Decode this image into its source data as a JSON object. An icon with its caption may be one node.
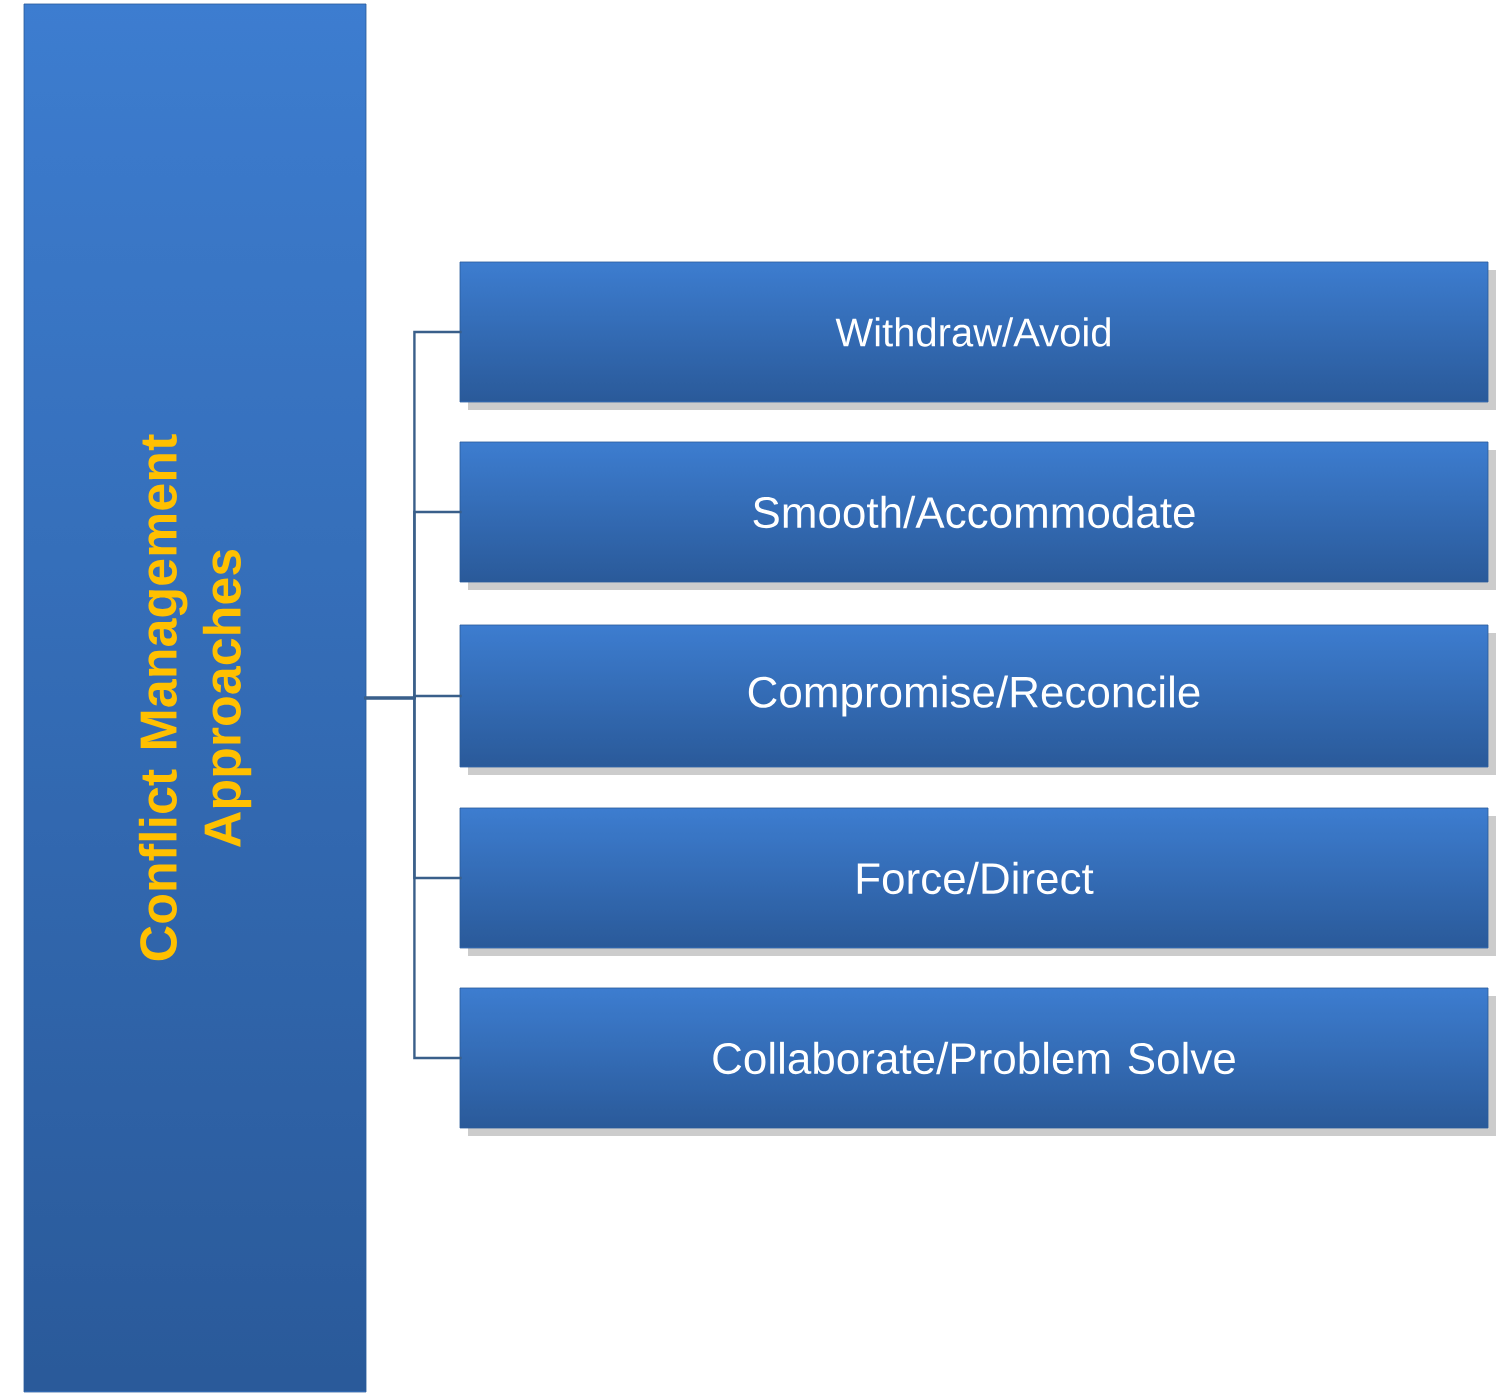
{
  "diagram": {
    "nodes": [
      {
        "text": [
          "Conflict Management Approaches"
        ]
      },
      {
        "text": [
          "Withdraw/Avoid"
        ]
      },
      {
        "text": [
          "Smooth/Accommodate"
        ]
      },
      {
        "text": [
          "Compromise/Reconcile"
        ]
      },
      {
        "text": [
          "Force/Direct"
        ]
      },
      {
        "text": [
          "Collaborate/Problem Solve"
        ]
      }
    ],
    "edges": [
      {
        "from": 0,
        "to": 1,
        "arrow": "none"
      },
      {
        "from": 0,
        "to": 2,
        "arrow": "none"
      },
      {
        "from": 0,
        "to": 3,
        "arrow": "none"
      },
      {
        "from": 0,
        "to": 4,
        "arrow": "none"
      },
      {
        "from": 0,
        "to": 5,
        "arrow": "none"
      }
    ]
  }
}
